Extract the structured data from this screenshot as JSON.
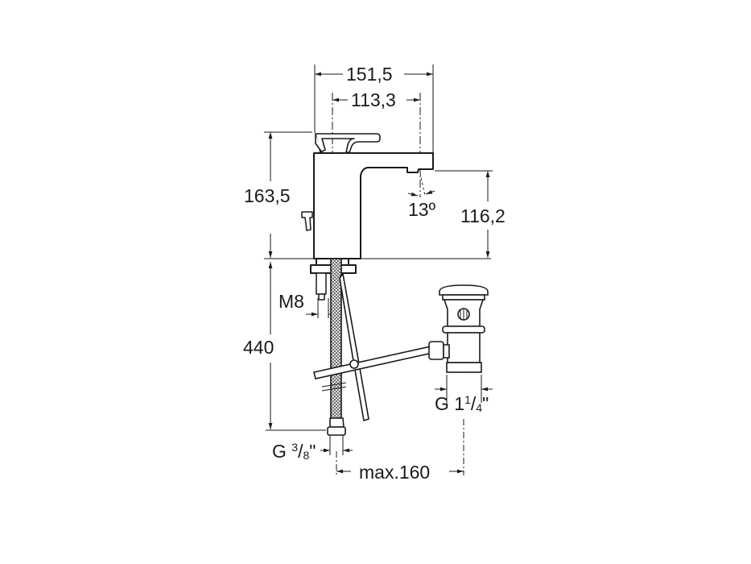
{
  "drawing": {
    "subject": "single-lever basin mixer with pop-up waste",
    "line_color": "#1a1a1a",
    "background": "#ffffff"
  },
  "dimensions": {
    "overall_width": "151,5",
    "spout_reach": "113,3",
    "overall_height": "163,5",
    "spout_height": "116,2",
    "spout_angle": "13º",
    "fixing_rod": "M8",
    "hose_length": "440",
    "waste_thread_prefix": "G 1",
    "waste_thread_num": "1",
    "waste_thread_den": "4",
    "waste_thread_suffix": "\"",
    "inlet_thread_prefix": "G ",
    "inlet_thread_num": "3",
    "inlet_thread_den": "8",
    "inlet_thread_suffix": "\"",
    "max_distance": "max.160"
  }
}
